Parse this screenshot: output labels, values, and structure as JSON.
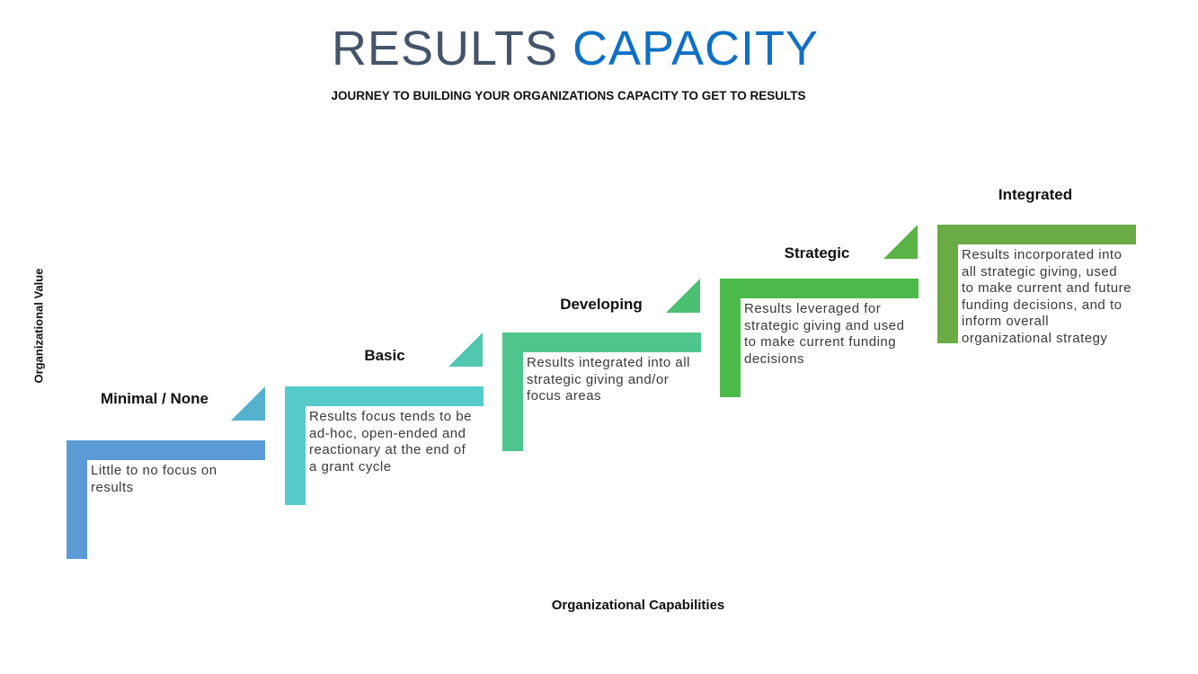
{
  "title": {
    "part1": "RESULTS",
    "part2": "CAPACITY"
  },
  "subtitle": "JOURNEY TO BUILDING YOUR ORGANIZATIONS CAPACITY TO GET TO RESULTS",
  "axes": {
    "y_label": "Organizational Value",
    "x_label": "Organizational Capabilities"
  },
  "stages": [
    {
      "name": "Minimal / None",
      "description": "Little to no focus on results",
      "color": "#5b9bd5",
      "triangle_color": "#56b1cf"
    },
    {
      "name": "Basic",
      "description": "Results  focus tends to be ad-hoc, open-ended and reactionary at the end of a grant cycle",
      "color": "#55cbcb",
      "triangle_color": "#52c7b0"
    },
    {
      "name": "Developing",
      "description": "Results integrated into all strategic giving and/or focus areas",
      "color": "#4fc58e",
      "triangle_color": "#4dbf72"
    },
    {
      "name": "Strategic",
      "description": "Results leveraged for strategic giving and used to make current funding decisions",
      "color": "#4cba4a",
      "triangle_color": "#5bb346"
    },
    {
      "name": "Integrated",
      "description": "Results incorporated into all strategic giving, used to make current and future funding decisions, and to inform overall organizational strategy",
      "color": "#6aab45"
    }
  ]
}
